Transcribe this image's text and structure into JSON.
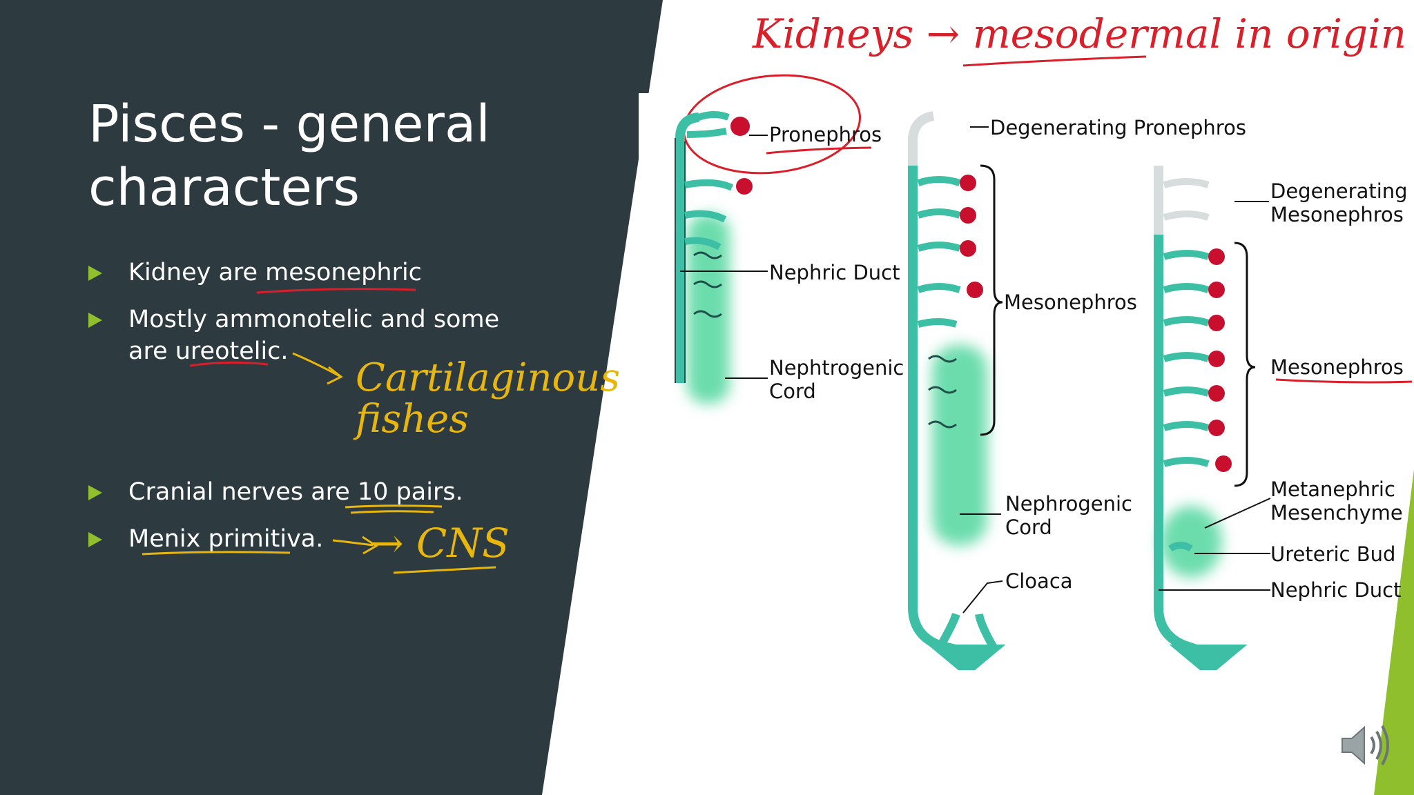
{
  "slide": {
    "title": "Pisces - general characters",
    "bullets": [
      {
        "text": "Kidney are mesonephric"
      },
      {
        "text": "Mostly ammonotelic and some are ureotelic."
      },
      {
        "text": "Cranial nerves are 10 pairs."
      },
      {
        "text": "Menix primitiva."
      }
    ]
  },
  "diagram": {
    "labels": {
      "pronephros": "Pronephros",
      "nephric_duct_1": "Nephric Duct",
      "nephrogenic_cord_1": "Nephtrogenic Cord",
      "degenerating_pronephros": "Degenerating Pronephros",
      "mesonephros_2": "Mesonephros",
      "nephrogenic_cord_2": "Nephrogenic Cord",
      "cloaca": "Cloaca",
      "degenerating_mesonephros": "Degenerating Mesonephros",
      "mesonephros_3": "Mesonephros",
      "metanephric_mesenchyme": "Metanephric Mesenchyme",
      "ureteric_bud": "Ureteric Bud",
      "nephric_duct_3": "Nephric Duct"
    }
  },
  "annotations": {
    "kidney_note": "Kidneys → mesodermal in origin",
    "cartilaginous_note": "Cartilaginous fishes",
    "cns_note": "→ CNS"
  },
  "colors": {
    "panel": "#2d3b40",
    "bullet_arrow": "#8fbf2c",
    "duct": "#3dbfa6",
    "glomerulus": "#c8102e",
    "ink_red": "#d81f2a",
    "ink_yellow": "#e8b60c",
    "accent_green": "#8fbf2c"
  },
  "icons": {
    "speaker": "speaker-icon"
  }
}
